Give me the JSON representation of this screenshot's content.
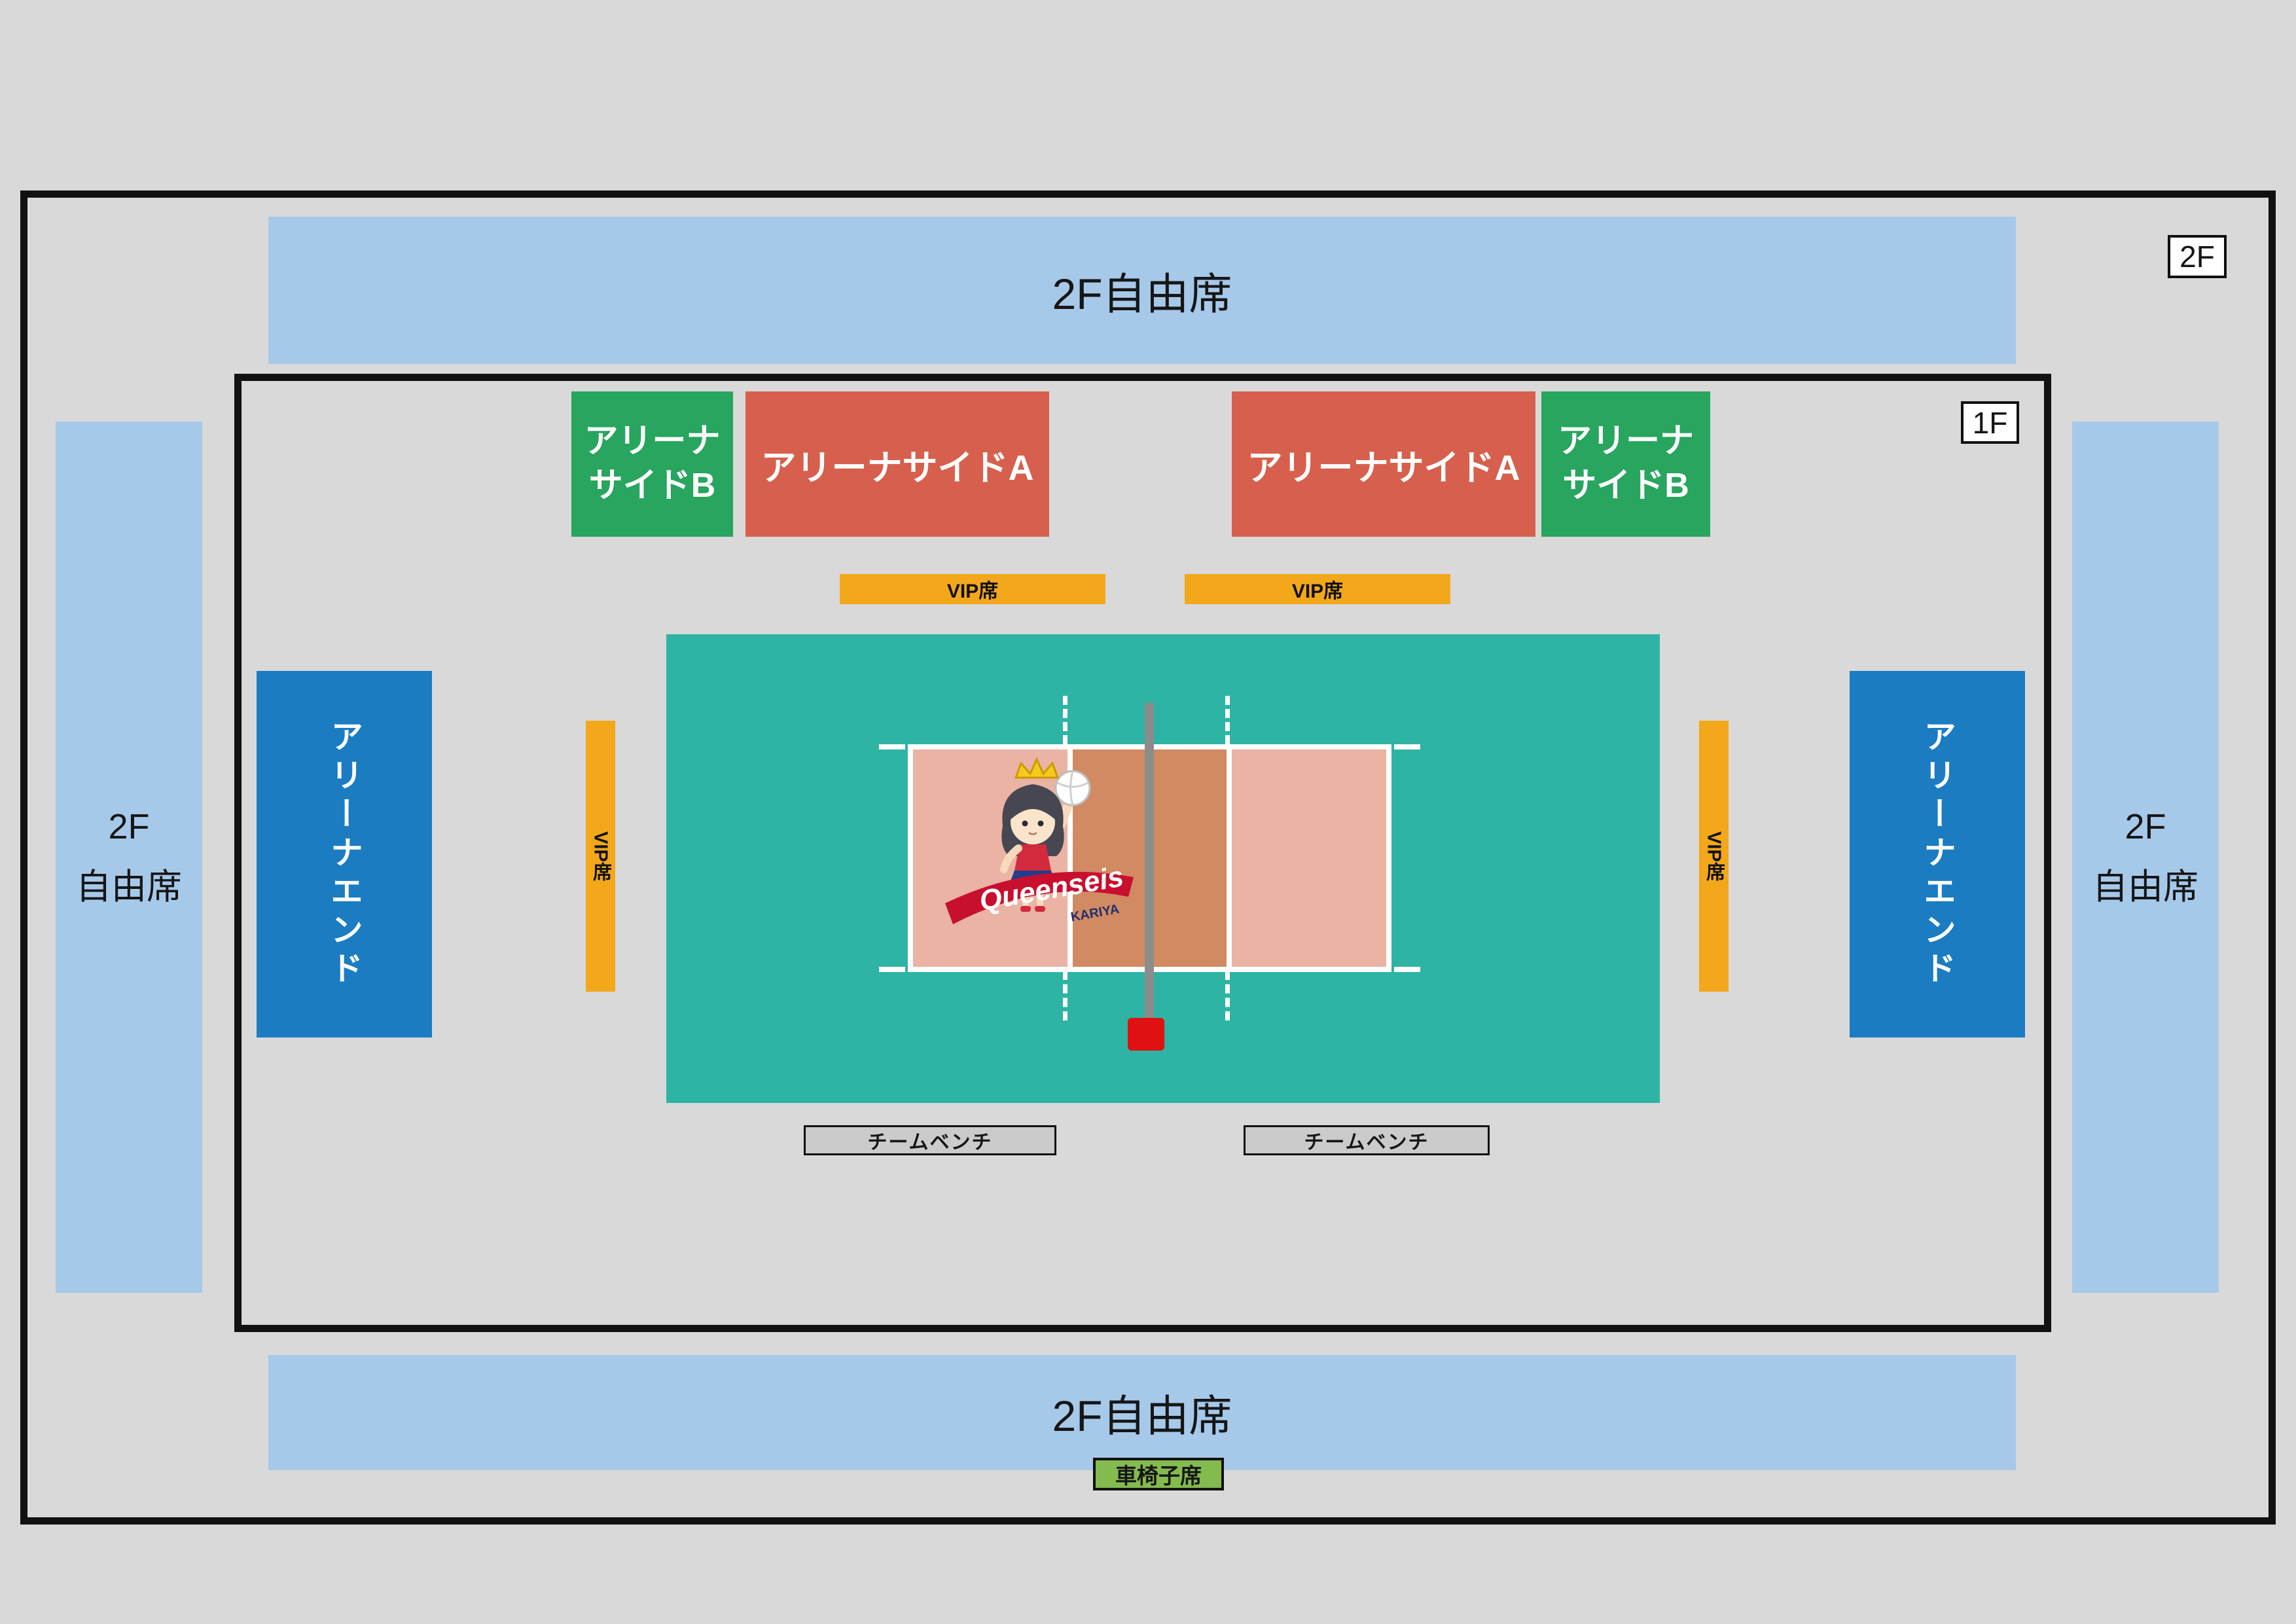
{
  "venue_map": {
    "floor_badges": {
      "f2": "2F",
      "f1": "1F"
    },
    "stands": {
      "top_free_seat": "2F自由席",
      "bottom_free_seat": "2F自由席",
      "left_free_seat": {
        "line1": "2F",
        "line2": "自由席"
      },
      "right_free_seat": {
        "line1": "2F",
        "line2": "自由席"
      },
      "wheelchair_seat": "車椅子席"
    },
    "arena_seats": {
      "side_b": {
        "line1": "アリーナ",
        "line2": "サイドB"
      },
      "side_a": "アリーナサイドA",
      "end": "アリーナエンド",
      "vip": "VIP席",
      "team_bench": "チームベンチ"
    },
    "logo": {
      "team": "Queenseis",
      "city": "KARIYA"
    }
  },
  "colors": {
    "background": "#d9d9d9",
    "free_seat_blue": "#a6c9ea",
    "arena_side_a": "#d6604d",
    "arena_side_b": "#28a55e",
    "arena_end": "#1b7cc2",
    "vip": "#f3a71b",
    "court_floor": "#2db4a4",
    "court_zone_light": "#eab3a4",
    "court_zone_center": "#d18a62",
    "team_bench": "#cbcbcb",
    "wheelchair": "#84bb4e",
    "net_post": "#8c8c8c",
    "net_marker_red": "#e01111"
  }
}
